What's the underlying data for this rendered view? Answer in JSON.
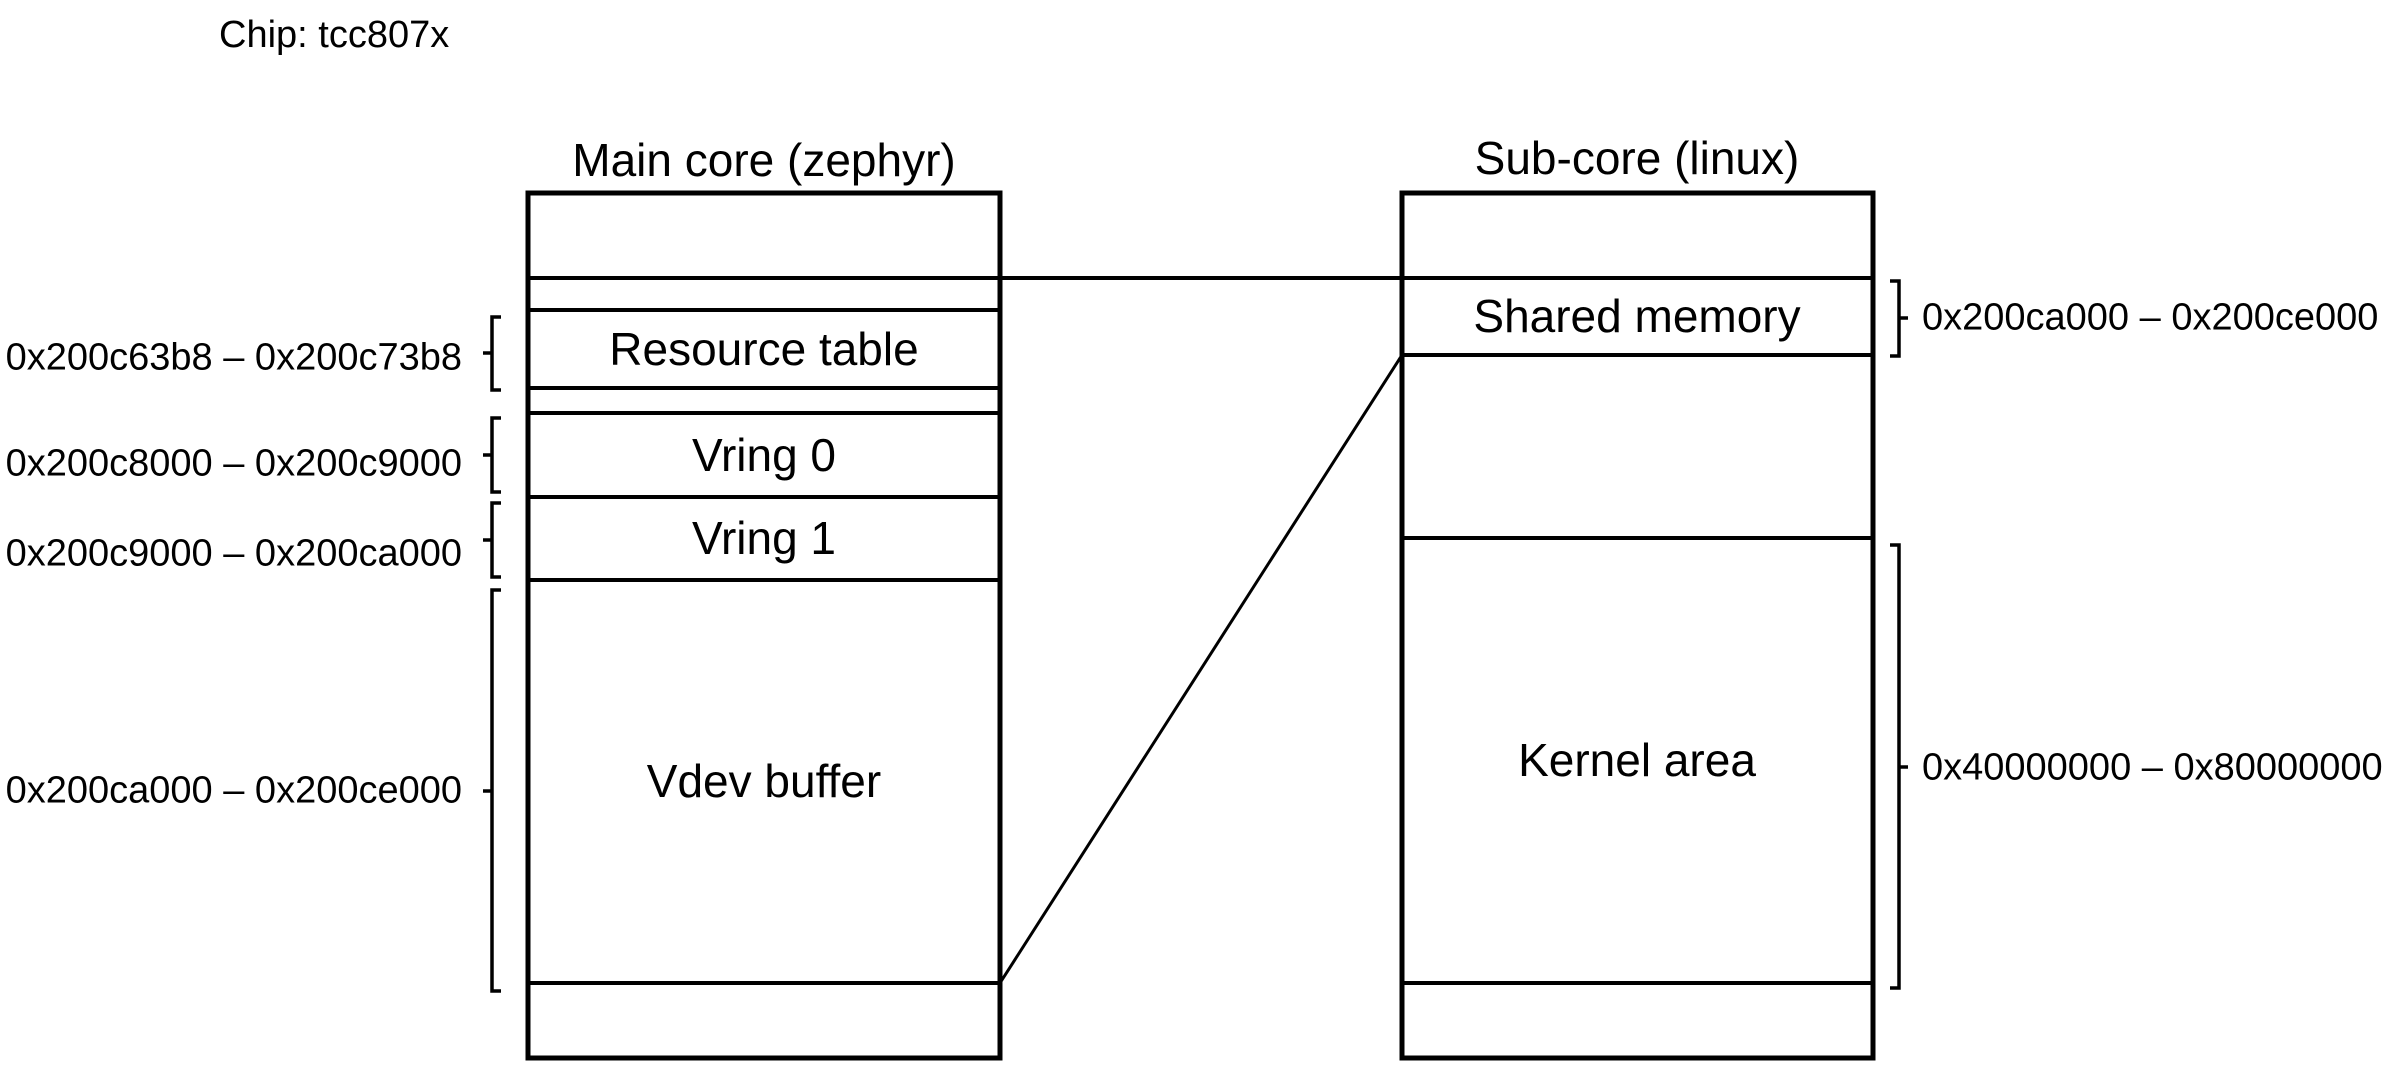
{
  "page": {
    "background_color": "#ffffff",
    "line_color": "#000000",
    "chip_label": "Chip: tcc807x"
  },
  "main_core": {
    "title": "Main core (zephyr)",
    "sections": {
      "resource_table": "Resource table",
      "vring0": "Vring 0",
      "vring1": "Vring 1",
      "vdev_buffer": "Vdev buffer"
    },
    "address_labels": {
      "resource_table": "0x200c63b8 – 0x200c73b8",
      "vring0": "0x200c8000 – 0x200c9000",
      "vring1": "0x200c9000 – 0x200ca000",
      "vdev_buffer": "0x200ca000 – 0x200ce000"
    }
  },
  "sub_core": {
    "title": "Sub-core (linux)",
    "sections": {
      "shared_memory": "Shared memory",
      "kernel_area": "Kernel area"
    },
    "address_labels": {
      "shared_memory": "0x200ca000 – 0x200ce000",
      "kernel_area": "0x40000000 – 0x80000000"
    }
  }
}
